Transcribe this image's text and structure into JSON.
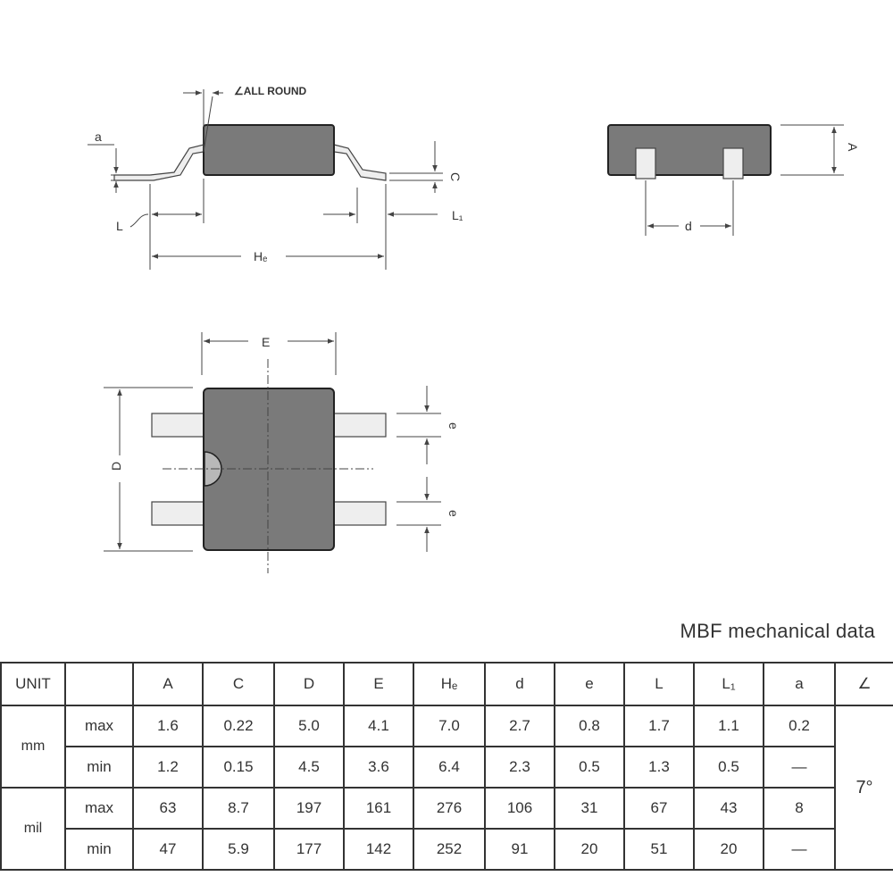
{
  "drawing": {
    "labels": {
      "all_round": "∠ALL ROUND",
      "a": "a",
      "c": "C",
      "l": "L",
      "l1": "L₁",
      "he": "Hₑ",
      "a_dim": "A",
      "d_small": "d",
      "e_upper": "E",
      "d_upper": "D",
      "e_lower_1": "e",
      "e_lower_2": "e"
    }
  },
  "table": {
    "title": "MBF mechanical data",
    "headers": [
      "UNIT",
      "",
      "A",
      "C",
      "D",
      "E",
      "Hₑ",
      "d",
      "e",
      "L",
      "L₁",
      "a",
      "∠"
    ],
    "angle_value": "7°",
    "groups": [
      {
        "unit": "mm",
        "rows": [
          {
            "kind": "max",
            "values": [
              "1.6",
              "0.22",
              "5.0",
              "4.1",
              "7.0",
              "2.7",
              "0.8",
              "1.7",
              "1.1",
              "0.2"
            ]
          },
          {
            "kind": "min",
            "values": [
              "1.2",
              "0.15",
              "4.5",
              "3.6",
              "6.4",
              "2.3",
              "0.5",
              "1.3",
              "0.5",
              "—"
            ]
          }
        ]
      },
      {
        "unit": "mil",
        "rows": [
          {
            "kind": "max",
            "values": [
              "63",
              "8.7",
              "197",
              "161",
              "276",
              "106",
              "31",
              "67",
              "43",
              "8"
            ]
          },
          {
            "kind": "min",
            "values": [
              "47",
              "5.9",
              "177",
              "142",
              "252",
              "91",
              "20",
              "51",
              "20",
              "—"
            ]
          }
        ]
      }
    ]
  }
}
